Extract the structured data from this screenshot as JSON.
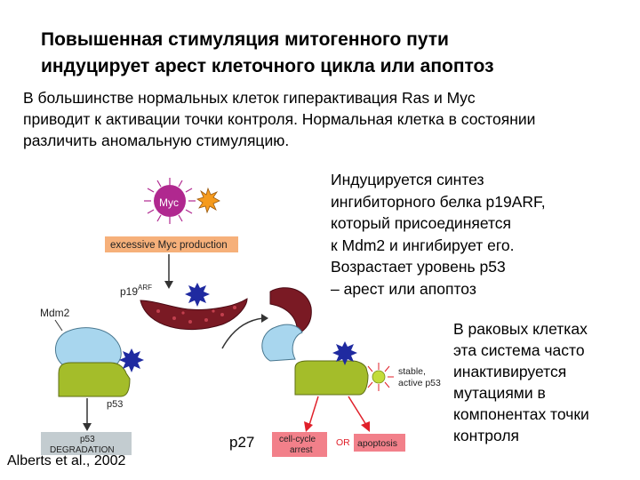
{
  "title": {
    "line1": "Повышенная стимуляция митогенного пути",
    "line2": "индуцирует арест клеточного цикла или апоптоз"
  },
  "intro": {
    "line1": "В большинстве нормальных клеток гиперактивация Ras и Myc",
    "line2": "приводит к активации точки контроля. Нормальная клетка в состоянии",
    "line3": "различить  аномальную стимуляцию."
  },
  "right_text_1": {
    "line1": "Индуцируется синтез",
    "line2": "ингибиторного белка p19ARF,",
    "line3": " который присоединяется",
    "line4": "к Mdm2 и ингибирует его.",
    "line5": "Возрастает уровень p53",
    "line6": " – арест или апоптоз"
  },
  "right_text_2": {
    "line1": "В раковых клетках",
    "line2": "эта система часто",
    "line3": "инактивируется",
    "line4": "мутациями в",
    "line5": "компонентах точки",
    "line6": "контроля"
  },
  "citation": "Alberts et al., 2002",
  "p27_label": "p27",
  "diagram": {
    "myc": "Myc",
    "excessive": "excessive Myc production",
    "p19": "p19",
    "p19_sup": "ARF",
    "mdm2": "Mdm2",
    "p53": "p53",
    "degradation_1": "p53",
    "degradation_2": "DEGRADATION",
    "stable_1": "stable,",
    "stable_2": "active p53",
    "arrest_1": "cell-cycle",
    "arrest_2": "arrest",
    "or": "OR",
    "apoptosis": "apoptosis"
  },
  "colors": {
    "magenta": "#b0288f",
    "orange_star": "#f59a1c",
    "dark_red": "#7a1a24",
    "light_blue": "#a8d6ee",
    "olive_green": "#a4bd2a",
    "yellow_green": "#c3dc3a",
    "red_arrow": "#e0202a",
    "blue_star": "#1f2aa0",
    "box_orange": "#f6b07a",
    "box_pink": "#f2808a",
    "box_gray": "#c3ccd0"
  }
}
